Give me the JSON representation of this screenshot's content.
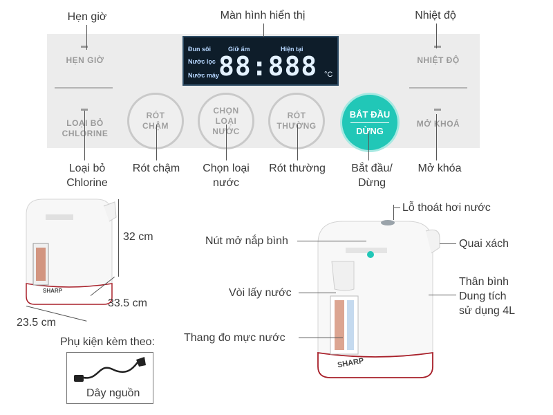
{
  "callouts": {
    "hen_gio": "Hẹn giờ",
    "man_hinh": "Màn hình hiển thị",
    "nhiet_do": "Nhiệt độ",
    "loai_bo_1": "Loại bỏ",
    "loai_bo_2": "Chlorine",
    "rot_cham": "Rót chậm",
    "chon_loai_1": "Chọn loại",
    "chon_loai_2": "nước",
    "rot_thuong": "Rót thường",
    "bat_dau_1": "Bắt đầu/",
    "bat_dau_2": "Dừng",
    "mo_khoa": "Mở khóa"
  },
  "panel": {
    "hen_gio": "HẸN GIỜ",
    "nhiet_do": "NHIỆT ĐỘ",
    "loai_bo_1": "LOẠI BỎ",
    "loai_bo_2": "CHLORINE",
    "mo_khoa": "MỞ KHOÁ",
    "rot_cham_1": "RÓT",
    "rot_cham_2": "CHẬM",
    "chon_1": "CHỌN",
    "chon_2": "LOẠI",
    "chon_3": "NƯỚC",
    "rot_thuong_1": "RÓT",
    "rot_thuong_2": "THƯỜNG",
    "bat_dau": "BẮT ĐẦU",
    "dung": "DỪNG"
  },
  "lcd": {
    "dun_soi": "Đun sôi",
    "giu_am": "Giữ ấm",
    "hien_tai": "Hiện tại",
    "nuoc_loc": "Nước lọc",
    "nuoc_may": "Nước máy",
    "digits": "88:888",
    "unit": "°C"
  },
  "dimensions": {
    "height": "32 cm",
    "depth": "33.5 cm",
    "width": "23.5 cm"
  },
  "accessories": {
    "title": "Phụ kiện kèm theo:",
    "cord": "Dây nguồn"
  },
  "parts": {
    "lo_thoat": "Lỗ thoát hơi nước",
    "nut_mo": "Nút mở nắp bình",
    "quai_xach": "Quai xách",
    "voi": "Vòi lấy nước",
    "than_binh_1": "Thân bình",
    "than_binh_2": "Dung tích",
    "than_binh_3": "sử dụng 4L",
    "thang_do": "Thang đo mực nước"
  },
  "brand": "SHARP",
  "colors": {
    "panel": "#ececec",
    "start_button": "#21c7b7",
    "lcd_bg": "#0e1d2a",
    "accent_red": "#a8202a"
  }
}
